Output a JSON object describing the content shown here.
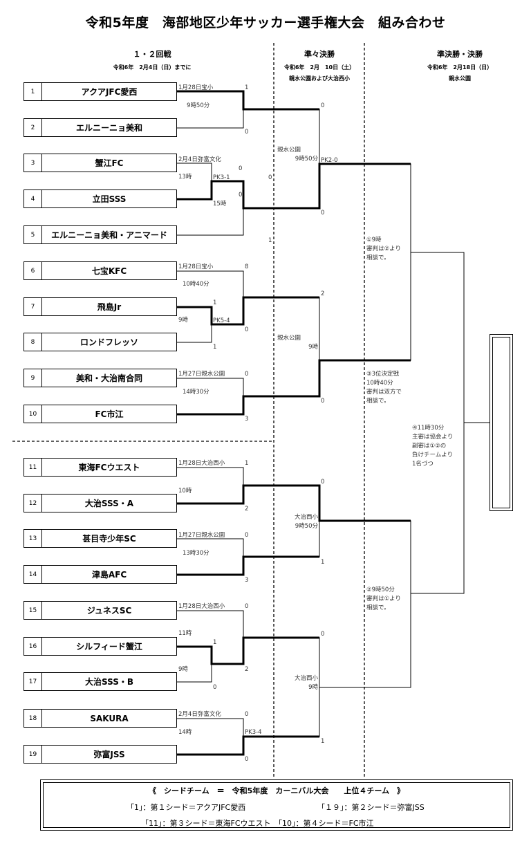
{
  "title": "令和5年度　海部地区少年サッカー選手権大会　組み合わせ",
  "columns": {
    "round12": {
      "title": "１・２回戦",
      "sub": "令和6年　2月4日（日）までに"
    },
    "qf": {
      "title": "準々決勝",
      "sub1": "令和6年　2月　10日（土）",
      "sub2": "親水公園および大治西小"
    },
    "sf": {
      "title": "準決勝・決勝",
      "sub1": "令和6年　2月18日（日）",
      "sub2": "親水公園"
    }
  },
  "teams": [
    {
      "num": "1",
      "name": "アクアJFC愛西"
    },
    {
      "num": "2",
      "name": "エルニーニョ美和"
    },
    {
      "num": "3",
      "name": "蟹江FC"
    },
    {
      "num": "4",
      "name": "立田SSS"
    },
    {
      "num": "5",
      "name": "エルニーニョ美和・アニマード"
    },
    {
      "num": "6",
      "name": "七宝KFC"
    },
    {
      "num": "7",
      "name": "飛島Jr"
    },
    {
      "num": "8",
      "name": "ロンドフレッソ"
    },
    {
      "num": "9",
      "name": "美和・大治南合同"
    },
    {
      "num": "10",
      "name": "FC市江"
    },
    {
      "num": "11",
      "name": "東海FCウエスト"
    },
    {
      "num": "12",
      "name": "大治SSS・A"
    },
    {
      "num": "13",
      "name": "甚目寺少年SC"
    },
    {
      "num": "14",
      "name": "津島AFC"
    },
    {
      "num": "15",
      "name": "ジュネスSC"
    },
    {
      "num": "16",
      "name": "シルフィード蟹江"
    },
    {
      "num": "17",
      "name": "大治SSS・B"
    },
    {
      "num": "18",
      "name": "SAKURA"
    },
    {
      "num": "19",
      "name": "弥富JSS"
    }
  ],
  "labels": {
    "m1_venue": "1月28日宝小",
    "m1_time": "9時50分",
    "m34_venue": "2月4日弥富文化",
    "m34_time": "13時",
    "pk34": "PK3-1",
    "m5_time": "15時",
    "m6_venue": "1月28日宝小",
    "m6_time": "10時40分",
    "m7_time": "9時",
    "pk78": "PK5-4",
    "m9_venue": "1月27日親水公園",
    "m9_time": "14時30分",
    "m11_venue": "1月28日大治西小",
    "m11_time": "10時",
    "m13_venue": "1月27日親水公園",
    "m13_time": "13時30分",
    "m15_venue": "1月28日大治西小",
    "m16_time": "11時",
    "m17_time": "9時",
    "m18_venue": "2月4日弥富文化",
    "m18_time": "14時",
    "pk1819": "PK3-4",
    "qf1_venue": "親水公園",
    "qf1_time": "9時50分",
    "pk_qf1": "PK2-0",
    "qf2_venue": "親水公園",
    "qf2_time": "9時",
    "qf3_venue": "大治西小",
    "qf3_time": "9時50分",
    "qf4_venue": "大治西小",
    "qf4_time": "9時"
  },
  "scores": {
    "s1": "1",
    "s2": "0",
    "s3": "0",
    "s4a": "0",
    "s4b": "0",
    "s5": "1",
    "s6": "8",
    "s7": "1",
    "s8": "1",
    "s78": "0",
    "s9": "0",
    "s10": "3",
    "s11": "1",
    "s12": "2",
    "s13": "0",
    "s14": "3",
    "s15": "0",
    "s16": "1",
    "s17": "0",
    "s1617": "2",
    "s18": "0",
    "s19": "0",
    "qa1": "0",
    "qa2": "0",
    "qb1": "2",
    "qb2": "0",
    "qc1": "0",
    "qc2": "1",
    "qd1": "0",
    "qd2": "1"
  },
  "notes": {
    "sf1": [
      "①9時",
      "審判は②より",
      "相談で。"
    ],
    "third": [
      "③3位決定戦",
      "10時40分",
      "審判は双方で",
      "相談で。"
    ],
    "final": [
      "④11時30分",
      "主審は協会より",
      "副審は①②の",
      "負けチームより",
      "1名づつ"
    ],
    "sf2": [
      "②9時50分",
      "審判は①より",
      "相談で。"
    ]
  },
  "footer": {
    "title": "《　シードチーム　＝　令和5年度　カーニバル大会　　上位４チーム　》",
    "line1a": "「1」：第１シード＝アクアJFC愛西",
    "line1b": "「１９」：第２シード＝弥富JSS",
    "line2": "「11」：第３シード＝東海FCウエスト　「10」：第４シード＝FC市江"
  }
}
